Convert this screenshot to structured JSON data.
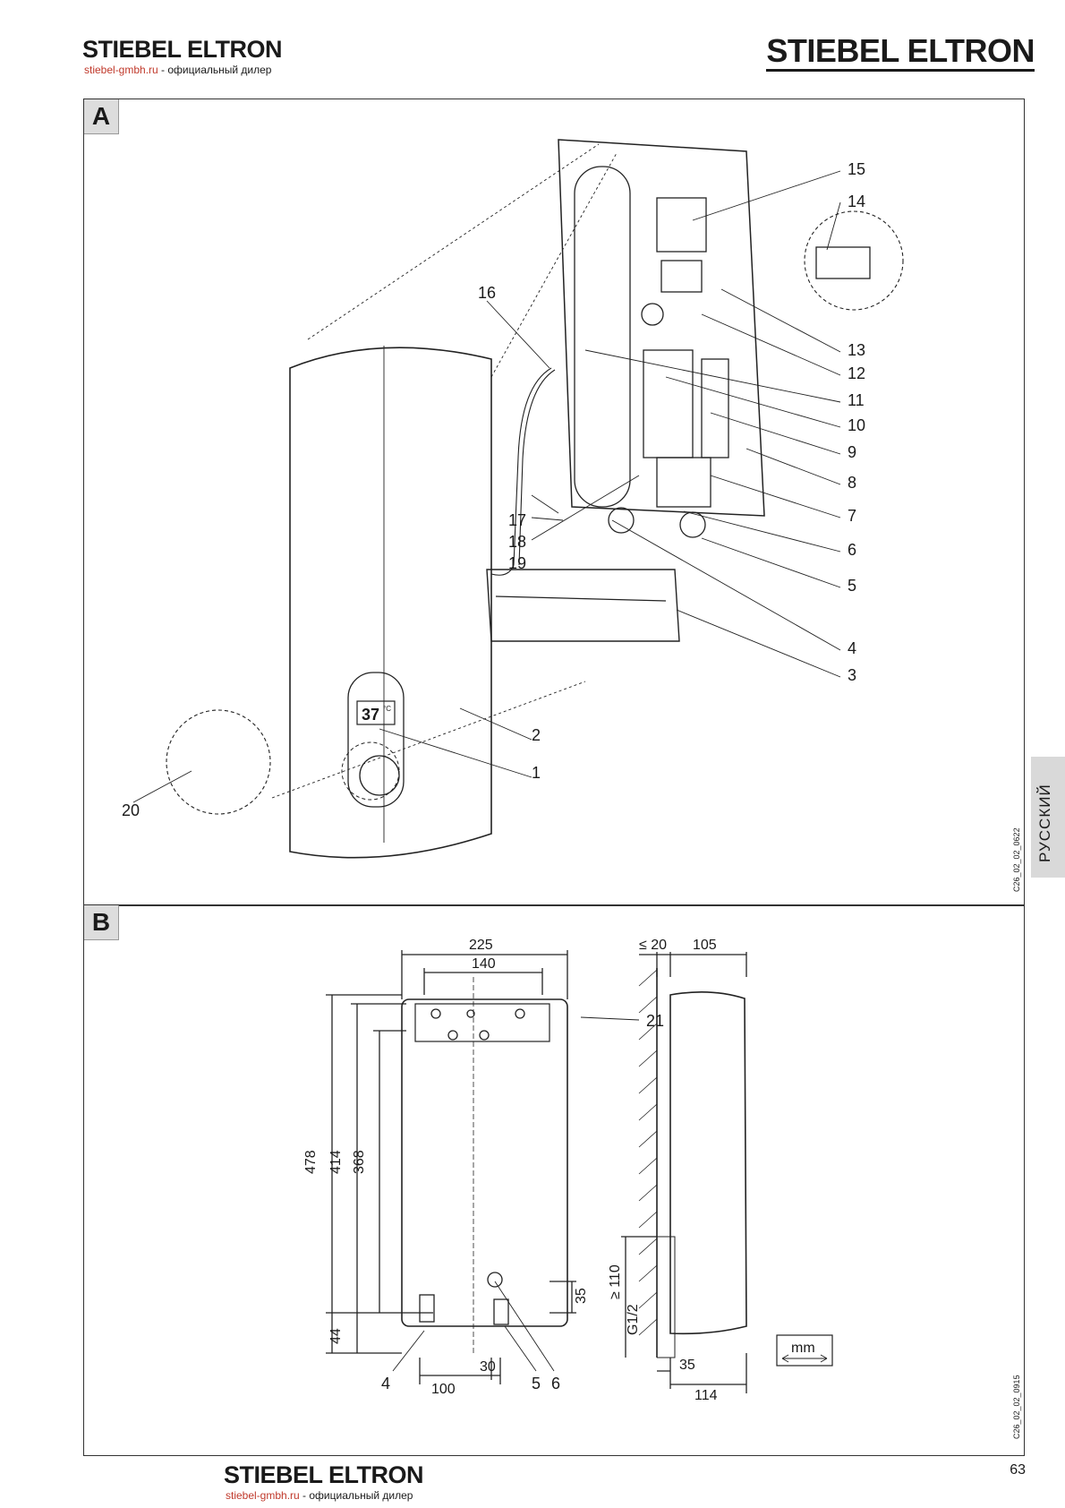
{
  "header": {
    "brand_small": "STIEBEL ELTRON",
    "dealer_url": "stiebel-gmbh.ru",
    "dealer_text": " - официальный дилер",
    "brand_large": "STIEBEL ELTRON"
  },
  "panel_a": {
    "label": "A",
    "drawing_code": "C26_02_02_0622",
    "display": "37",
    "display_unit": "°C",
    "callouts": [
      "1",
      "2",
      "3",
      "4",
      "5",
      "6",
      "7",
      "8",
      "9",
      "10",
      "11",
      "12",
      "13",
      "14",
      "15",
      "16",
      "17",
      "18",
      "19",
      "20"
    ]
  },
  "panel_b": {
    "label": "B",
    "drawing_code": "C26_02_02_0915",
    "dims": {
      "width_total": "225",
      "bracket_span": "140",
      "wall_gap": "≤ 20",
      "depth": "105",
      "height_total": "478",
      "height_bracket": "414",
      "height_upper": "368",
      "height_bottom": "44",
      "elec_offset": "35",
      "pipe_spacing": "100",
      "pipe_offset": "30",
      "clearance": "≥ 110",
      "thread": "G1/2",
      "side_offset": "35",
      "side_depth": "114"
    },
    "callout_21": "21",
    "callouts_bottom": [
      "4",
      "5",
      "6"
    ],
    "unit": "mm"
  },
  "side_tab": {
    "language": "РУССКИЙ"
  },
  "footer": {
    "page_number": "63",
    "brand": "STIEBEL ELTRON",
    "dealer_url": "stiebel-gmbh.ru",
    "dealer_text": " - официальный дилер"
  }
}
